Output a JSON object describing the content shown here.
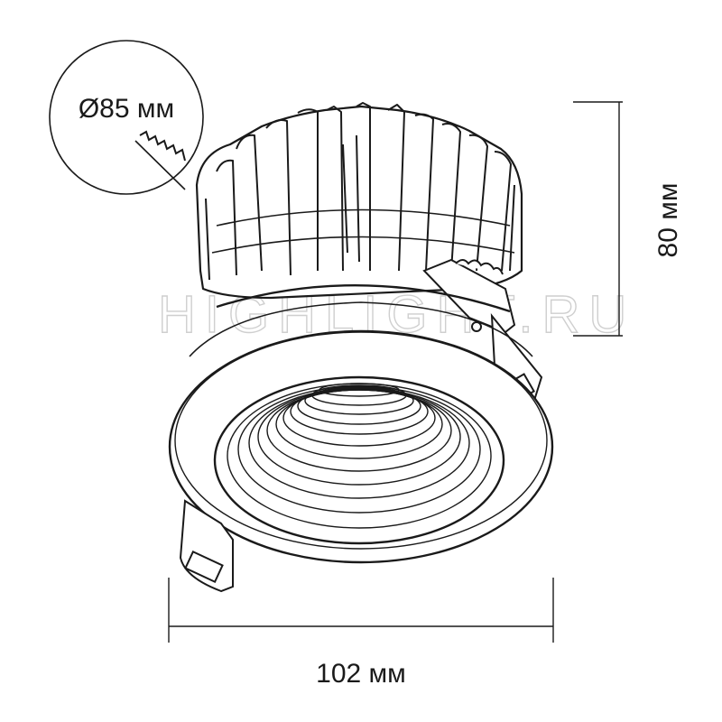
{
  "dimensions": {
    "cutout_diameter": "Ø85 мм",
    "height": "80 мм",
    "outer_diameter": "102 мм"
  },
  "watermark": "HIGHLIGHT.RU"
}
